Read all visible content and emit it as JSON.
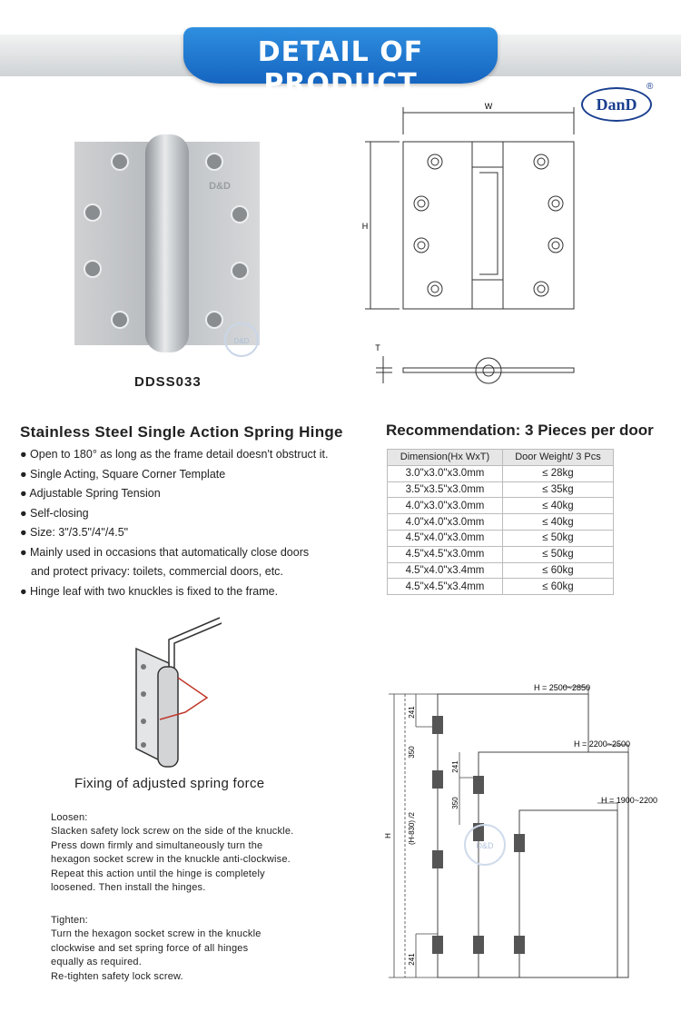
{
  "banner": {
    "title": "DETAIL OF PRODUCT"
  },
  "brand": {
    "logo_text": "DanD",
    "registered_mark": "®",
    "watermark_text": "D&D",
    "leaf_engraving": "D&D"
  },
  "product": {
    "model": "DDSS033",
    "title": "Stainless Steel Single Action Spring Hinge",
    "features": [
      "● Open to 180° as long as the frame detail doesn't obstruct it.",
      "● Single Acting, Square Corner Template",
      "● Adjustable Spring Tension",
      "● Self-closing",
      "● Size: 3\"/3.5\"/4\"/4.5\"",
      "● Mainly used in occasions that automatically close doors",
      "and protect privacy: toilets, commercial doors, etc.",
      "● Hinge leaf with two knuckles is fixed to the frame."
    ]
  },
  "drawing": {
    "width_label": "W",
    "height_label": "H",
    "thickness_label": "T"
  },
  "recommendation": {
    "title": "Recommendation: 3 Pieces per door",
    "headers": [
      "Dimension(Hx WxT)",
      "Door Weight/ 3 Pcs"
    ],
    "rows": [
      [
        "3.0\"x3.0\"x3.0mm",
        "≤ 28kg"
      ],
      [
        "3.5\"x3.5\"x3.0mm",
        "≤ 35kg"
      ],
      [
        "4.0\"x3.0\"x3.0mm",
        "≤ 40kg"
      ],
      [
        "4.0\"x4.0\"x3.0mm",
        "≤ 40kg"
      ],
      [
        "4.5\"x4.0\"x3.0mm",
        "≤ 50kg"
      ],
      [
        "4.5\"x4.5\"x3.0mm",
        "≤ 50kg"
      ],
      [
        "4.5\"x4.0\"x3.4mm",
        "≤ 60kg"
      ],
      [
        "4.5\"x4.5\"x3.4mm",
        "≤ 60kg"
      ]
    ]
  },
  "adjustment": {
    "caption": "Fixing of adjusted spring force",
    "loosen": [
      "Loosen:",
      "Slacken safety lock screw on the side of the knuckle.",
      "Press down firmly and simultaneously turn the",
      "hexagon socket screw in the knuckle anti-clockwise.",
      "Repeat this action until the hinge is completely",
      "loosened. Then install the hinges."
    ],
    "tighten": [
      "Tighten:",
      "Turn the hexagon socket screw in the knuckle",
      "clockwise and set spring force of all hinges",
      "equally as required.",
      "Re-tighten safety lock screw."
    ]
  },
  "door_diagram": {
    "heights": [
      "H = 2500~2850",
      "H = 2200~2500",
      "H = 1900~2200"
    ],
    "dims": {
      "top_offset": "241",
      "gap": "350",
      "middle": "(H-830) /2",
      "bottom_offset": "241",
      "total": "H"
    }
  }
}
